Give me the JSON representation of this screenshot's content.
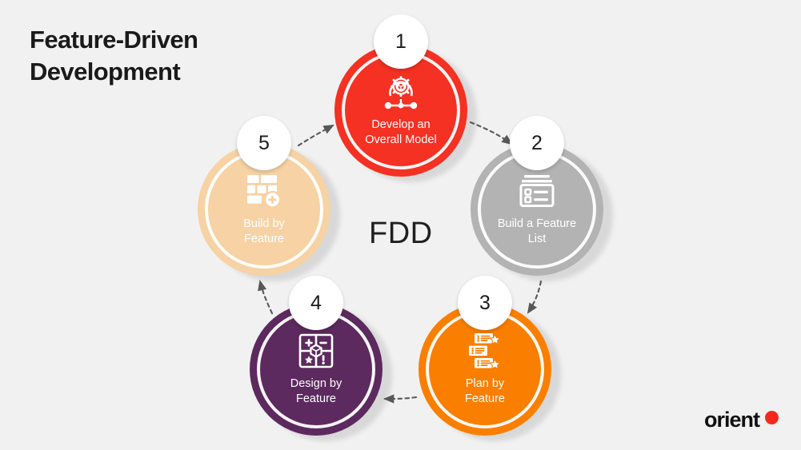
{
  "page": {
    "title_line1": "Feature-Driven",
    "title_line2": "Development",
    "title": "Feature-Driven\nDevelopment",
    "center_label": "FDD",
    "background_color": "#f1f1f1"
  },
  "diagram": {
    "type": "cycle",
    "step_count": 5,
    "steps": [
      {
        "number": "1",
        "label": "Develop an\nOverall Model",
        "label_line1": "Develop an",
        "label_line2": "Overall Model",
        "color": "#f43123",
        "icon": "gear-cube-network-icon"
      },
      {
        "number": "2",
        "label": "Build a Feature\nList",
        "label_line1": "Build a Feature",
        "label_line2": "List",
        "color": "#b3b3b3",
        "icon": "checklist-card-icon"
      },
      {
        "number": "3",
        "label": "Plan by\nFeature",
        "label_line1": "Plan by",
        "label_line2": "Feature",
        "color": "#fa7e00",
        "icon": "stacked-cards-star-icon"
      },
      {
        "number": "4",
        "label": "Design by\nFeature",
        "label_line1": "Design by",
        "label_line2": "Feature",
        "color": "#5c2a5e",
        "icon": "grid-cube-attributes-icon"
      },
      {
        "number": "5",
        "label": "Build by\nFeature",
        "label_line1": "Build by",
        "label_line2": "Feature",
        "color": "#f6d2a4",
        "icon": "blocks-plus-icon"
      }
    ],
    "connectors": [
      {
        "from": "1",
        "to": "2",
        "style": "dashed-arrow"
      },
      {
        "from": "2",
        "to": "3",
        "style": "dashed-arrow"
      },
      {
        "from": "3",
        "to": "4",
        "style": "dashed-arrow"
      },
      {
        "from": "4",
        "to": "5",
        "style": "dashed-arrow"
      },
      {
        "from": "5",
        "to": "1",
        "style": "dashed-arrow"
      }
    ],
    "connector_color": "#58585a"
  },
  "logo": {
    "text": "orient",
    "dot_color": "#f4291c"
  }
}
